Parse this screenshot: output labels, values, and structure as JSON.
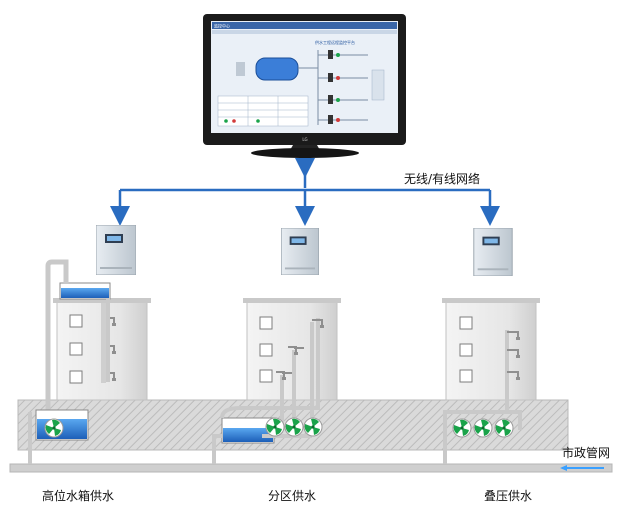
{
  "labels": {
    "network": "无线/有线网络",
    "municipal_network": "市政管网",
    "high_tank_supply": "高位水箱供水",
    "zoned_supply": "分区供水",
    "booster_supply": "叠压供水"
  },
  "monitor": {
    "screen_title": "监控中心",
    "scada_title": "供水工程远程监控平台",
    "brand": "LG"
  },
  "colors": {
    "pipe": "#c9c9c9",
    "arrow": "#2a6cc0",
    "ground": "#d6d6d6",
    "water": "#2f7fd6",
    "municipal_arrow": "#3aa0ff"
  }
}
